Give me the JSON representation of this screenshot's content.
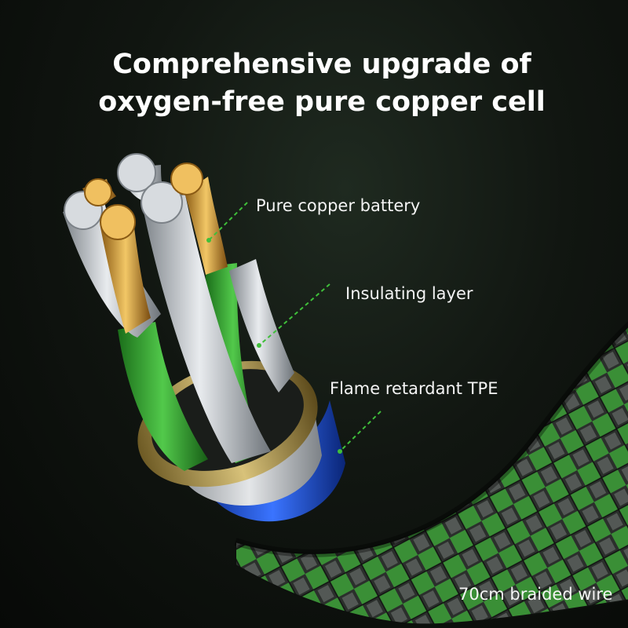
{
  "title": {
    "line1": "Comprehensive upgrade of",
    "line2": "oxygen-free pure copper cell"
  },
  "callouts": {
    "copper": "Pure copper battery",
    "insulating": "Insulating layer",
    "tpe": "Flame retardant TPE",
    "braid": "70cm braided wire"
  },
  "colors": {
    "accent_green": "#3fbf3a",
    "tpe_blue": "#1f4fd8",
    "copper": "#d9a441",
    "silver": "#c9cdd2",
    "background": "#0b0f0b"
  }
}
